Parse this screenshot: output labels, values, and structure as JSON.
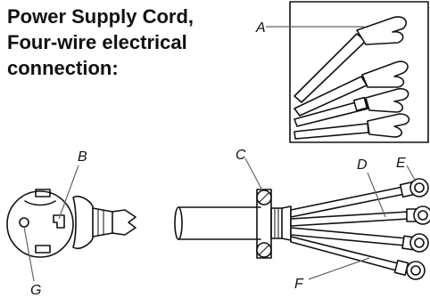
{
  "heading": {
    "lines": [
      "Power Supply Cord,",
      "Four-wire electrical",
      "connection:"
    ]
  },
  "callouts": {
    "a": "A",
    "b": "B",
    "c": "C",
    "d": "D",
    "e": "E",
    "f": "F",
    "g": "G"
  },
  "colors": {
    "line": "#111111",
    "wire_fill": "#ffffff",
    "leader": "#666666"
  }
}
